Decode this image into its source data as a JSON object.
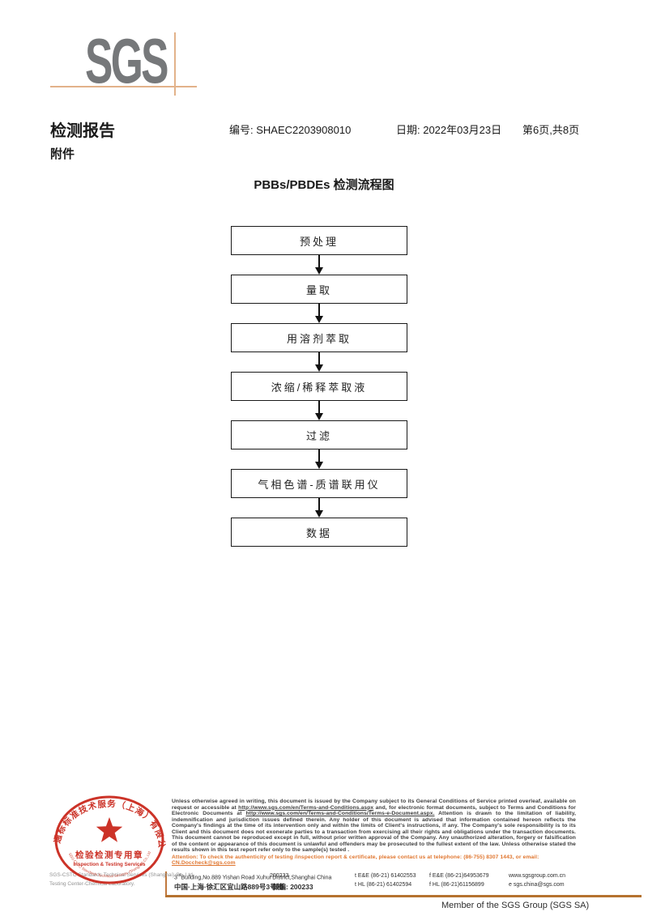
{
  "logo": {
    "text": "SGS"
  },
  "header": {
    "report_title": "检测报告",
    "report_no": "编号: SHAEC2203908010",
    "date": "日期: 2022年03月23日",
    "page_info": "第6页,共8页",
    "attachment": "附件"
  },
  "flowchart": {
    "title": "PBBs/PBDEs 检测流程图",
    "steps": [
      "预处理",
      "量取",
      "用溶剂萃取",
      "浓缩/稀释萃取液",
      "过滤",
      "气相色谱-质谱联用仪",
      "数据"
    ]
  },
  "footer": {
    "disclaimer_seg1": "Unless otherwise agreed in writing, this document is issued by the Company subject to its General Conditions of Service printed overleaf, available on request or accessible at ",
    "disclaimer_url1": "http://www.sgs.com/en/Terms-and-Conditions.aspx",
    "disclaimer_seg2": " and, for electronic format documents, subject to Terms and Conditions for Electronic Documents at ",
    "disclaimer_url2": "http://www.sgs.com/en/Terms-and-Conditions/Terms-e-Document.aspx.",
    "disclaimer_seg3": " Attention is drawn to the limitation of liability, indemnification and jurisdiction issues defined therein. Any holder of this document is advised that information contained hereon reflects the Company's findings at the time of its intervention only and within the limits of Client's instructions, if any. The Company's sole responsibility is to its Client and this document does not exonerate parties to a transaction from exercising all their rights and obligations under the transaction documents. This document cannot be reproduced except in full, without prior written approval of the Company. Any unauthorized alteration, forgery or falsification of the content or appearance of this document is unlawful and offenders may be prosecuted to the fullest extent of the law. Unless otherwise stated the results shown in this test report refer only to the sample(s) tested .",
    "attention_text": "Attention: To check the authenticity of testing /inspection report & certificate, please contact us at telephone: (86-755) 8307 1443, or email: ",
    "attention_email": "CN.Doccheck@sgs.com",
    "address_en_num": "3",
    "address_en_sup": "rd",
    "address_en_rest": "Building,No.889 Yishan Road Xuhui District,Shanghai China",
    "postcode_en": "200233",
    "tel1": "t E&E (86-21) 61402553",
    "fax1": "f E&E (86-21)64953679",
    "web": "www.sgsgroup.com.cn",
    "address_cn": "中国·上海·徐汇区宜山路889号3号楼",
    "postcode_cn": "邮编: 200233",
    "tel2": "t HL (86-21) 61402594",
    "fax2": "f HL (86-21)61156899",
    "email": "e sgs.china@sgs.com",
    "company_line1": "SGS-CSTC Standards Technical Services (Shanghai) Co.,Ltd.",
    "company_line2": "Testing Center-Chemical Laboratory.",
    "member_text": "Member of the SGS Group (SGS SA)"
  },
  "stamp": {
    "arc_text": "通标标准技术服务（上海）有限公司",
    "line1": "检验检测专用章",
    "line2": "Inspection & Testing Services",
    "bottom_arc": "SGS-CSTC Standards Technical Services (Shanghai) Co.,Ltd"
  },
  "colors": {
    "logo_gray": "#76787a",
    "accent_orange_light": "#e2b28a",
    "footer_line_orange": "#b5722f",
    "attention_orange": "#e0762f",
    "stamp_red": "#cc3328"
  }
}
